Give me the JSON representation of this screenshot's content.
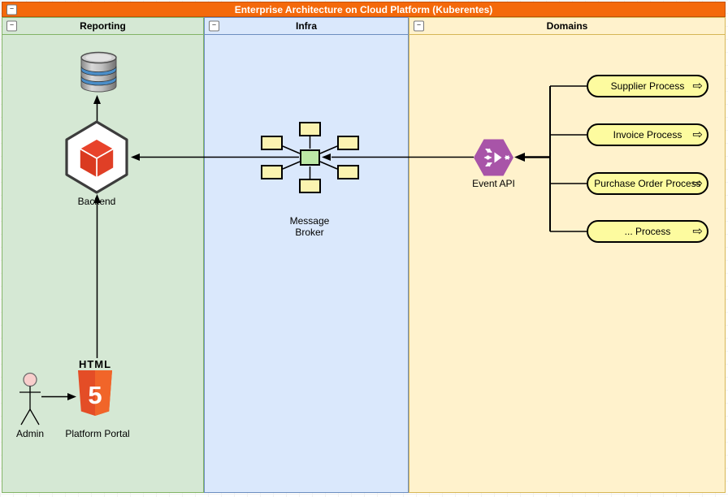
{
  "diagram": {
    "title": "Enterprise Architecture on Cloud Platform (Kuberentes)"
  },
  "icons": {
    "collapse": "−",
    "process_arrow": "⇨",
    "database": "database-cylinder-icon",
    "backend_cube": "hexagon-cube-icon",
    "event_api": "api-gateway-hexagon-icon",
    "html5": "html5-logo-icon",
    "actor": "stick-figure-actor-icon"
  },
  "lanes": [
    {
      "label": "Reporting",
      "fill": "#D5E8D4",
      "border": "#82B366"
    },
    {
      "label": "Infra",
      "fill": "#DAE8FC",
      "border": "#6C8EBF"
    },
    {
      "label": "Domains",
      "fill": "#FFF2CC",
      "border": "#D6B656"
    }
  ],
  "reporting": {
    "backend": "Backend",
    "admin": "Admin",
    "portal": "Platform Portal",
    "html_logo": {
      "word": "HTML",
      "number": "5"
    }
  },
  "infra": {
    "broker": "Message Broker"
  },
  "domains": {
    "event_api": "Event API",
    "processes": [
      {
        "label": "Supplier Process"
      },
      {
        "label": "Invoice Process"
      },
      {
        "label": "Purchase Order Process"
      },
      {
        "label": "... Process"
      }
    ]
  },
  "colors": {
    "title_bar": "#F4690B",
    "title_text": "#FFFFFF",
    "broker_hub_green": "#BCE8A6",
    "note_yellow": "#FBF3B0",
    "process_yellow": "#FDFB9F",
    "event_api_purple": "#A854A8",
    "html5_orange_dark": "#E44D26",
    "html5_orange_light": "#F16529",
    "actor_head_pink": "#F8CECC",
    "backend_cube_red": "#E8432B",
    "connector": "#000000"
  }
}
